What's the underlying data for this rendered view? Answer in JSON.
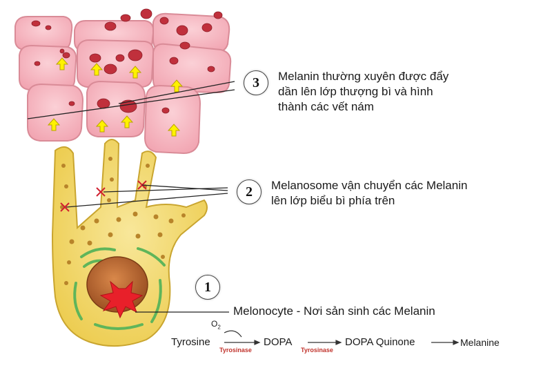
{
  "steps": [
    {
      "number": "1",
      "text": "Melonocyte - Nơi sản sinh các Melanin"
    },
    {
      "number": "2",
      "line1": "Melanosome vận chuyển các Melanin",
      "line2": "lên lớp biểu bì phía trên"
    },
    {
      "number": "3",
      "line1": "Melanin thường xuyên được đẩy",
      "line2": "dần lên lớp thượng bì và hình",
      "line3": "thành các vết nám"
    }
  ],
  "pathway": {
    "tyrosine": "Tyrosine",
    "o2": "O",
    "o2_sub": "2",
    "dopa": "DOPA",
    "dopa_quinone": "DOPA Quinone",
    "melanine": "Melanine",
    "enzyme1": "Tyrosinase",
    "enzyme2": "Tyrosinase"
  },
  "colors": {
    "cell_fill": "#f7b9c2",
    "cell_stroke": "#d98b97",
    "melanocyte_fill": "#f3dc6c",
    "melanocyte_stroke": "#c9a52f",
    "nucleus": "#b86a35",
    "organelle": "#5fb55a",
    "melanin_dot": "#c0303c",
    "arrow_fill": "#fff200",
    "enzyme_text": "#c0332c"
  }
}
